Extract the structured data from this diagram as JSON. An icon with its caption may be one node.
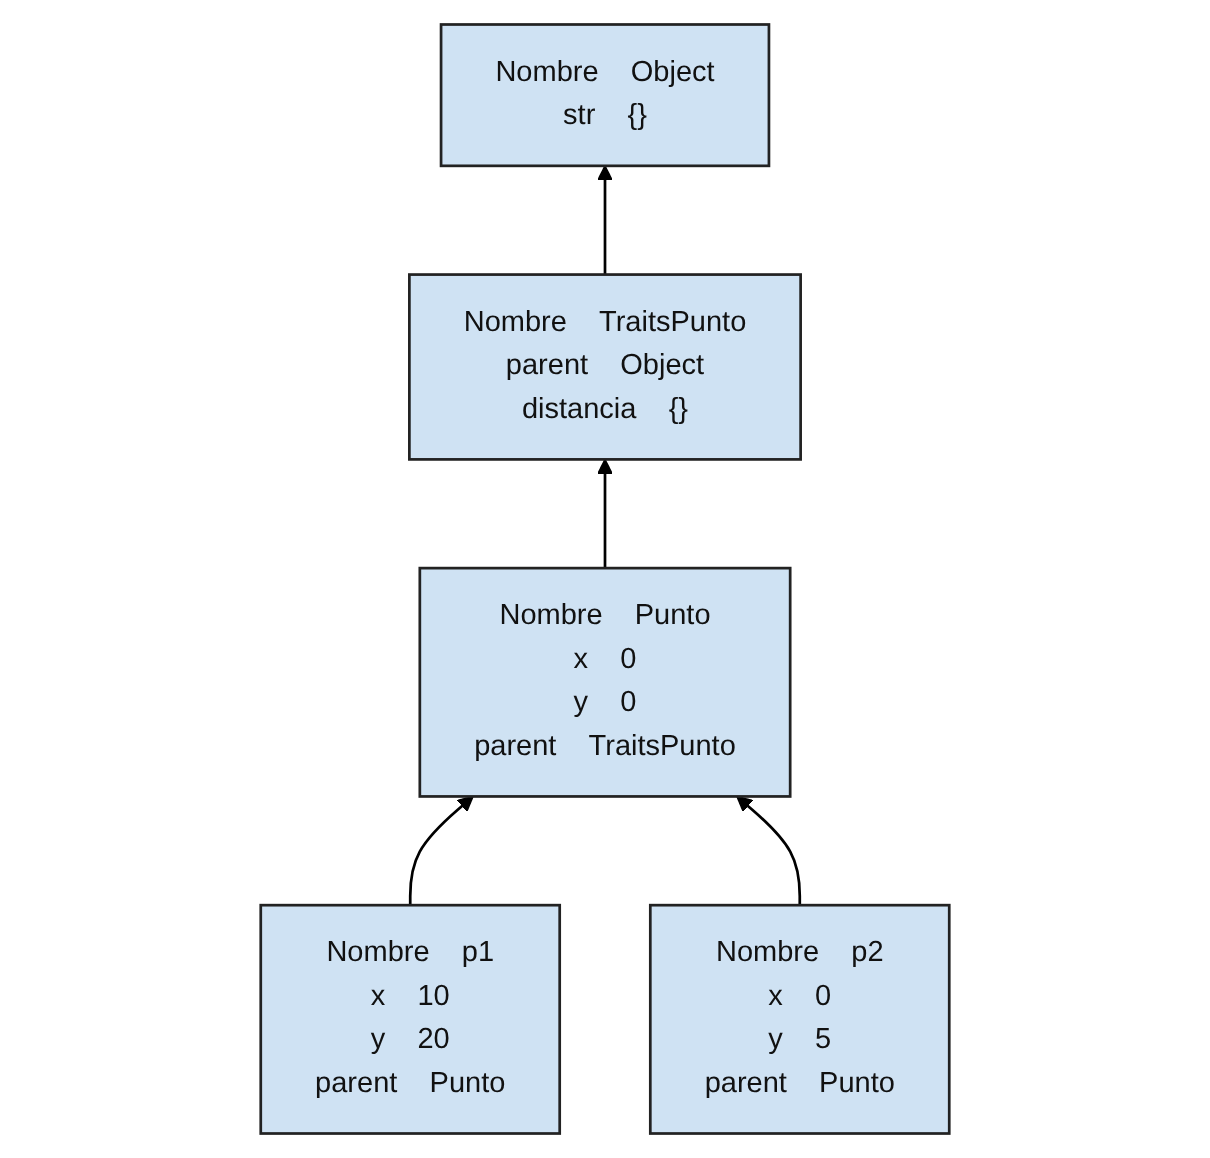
{
  "diagram": {
    "nodes": [
      {
        "text": [
          "Nombre",
          "Object",
          "str",
          "{}"
        ]
      },
      {
        "text": [
          "Nombre",
          "TraitsPunto",
          "parent",
          "Object",
          "distancia",
          "{}"
        ]
      },
      {
        "text": [
          "Nombre",
          "Punto",
          "x",
          "0",
          "y",
          "0",
          "parent",
          "TraitsPunto"
        ]
      },
      {
        "text": [
          "Nombre",
          "p1",
          "x",
          "10",
          "y",
          "20",
          "parent",
          "Punto"
        ]
      },
      {
        "text": [
          "Nombre",
          "p2",
          "x",
          "0",
          "y",
          "5",
          "parent",
          "Punto"
        ]
      }
    ],
    "edges": [
      {
        "from": 1,
        "to": 0,
        "arrow": "to"
      },
      {
        "from": 2,
        "to": 1,
        "arrow": "to"
      },
      {
        "from": 3,
        "to": 2,
        "arrow": "to"
      },
      {
        "from": 4,
        "to": 2,
        "arrow": "to"
      }
    ]
  }
}
